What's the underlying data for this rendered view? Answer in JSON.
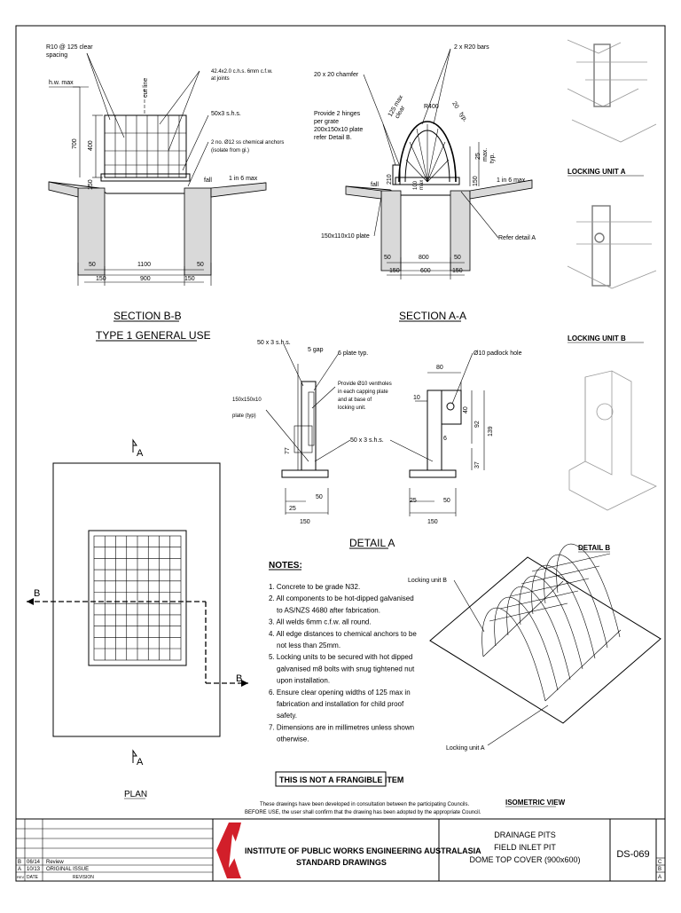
{
  "section_bb": {
    "title": "SECTION B-B",
    "subtitle": "TYPE 1 GENERAL USE",
    "labels": {
      "bars": "R10 @ 125 clear",
      "bars2": "spacing",
      "hw": "h.w. max",
      "cutline": "cut line",
      "chs": "42.4x2.0 c.h.s. 6mm c.f.w.",
      "chs2": "at joints",
      "shs": "50x3 s.h.s.",
      "anchors": "2 no. Ø12 ss chemical anchors",
      "anchors2": "(isolate from gi.)",
      "fall": "fall",
      "slope": "1 in 6 max"
    },
    "dims": {
      "d700": "700",
      "d400": "400",
      "d150": "150",
      "d50a": "50",
      "d1100": "1100",
      "d50b": "50",
      "d150a": "150",
      "d900": "900",
      "d150b": "150"
    }
  },
  "section_aa": {
    "title": "SECTION A-A",
    "labels": {
      "bars": "2 x R20 bars",
      "chamfer": "20 x 20 chamfer",
      "hinges1": "Provide 2 hinges",
      "hinges2": "per grate",
      "hinges3": "200x150x10 plate",
      "hinges4": "refer Detail B.",
      "max125": "125 max",
      "clear": "clear",
      "r400": "R400",
      "d20": "20",
      "typ": "typ.",
      "d25": "25",
      "max": "max.",
      "typ2": "typ.",
      "d210": "210",
      "d150": "150",
      "d100": "100",
      "maxb": "max",
      "fall": "fall",
      "slope": "1 in 6 max",
      "plate": "150x110x10 plate",
      "refer": "Refer detail A"
    },
    "dims": {
      "d50a": "50",
      "d800": "800",
      "d50b": "50",
      "d150a": "150",
      "d600": "600",
      "d150b": "150"
    }
  },
  "detail_a": {
    "title": "DETAIL A",
    "labels": {
      "shs_top": "50 x 3 s.h.s.",
      "gap": "5 gap",
      "plate_typ": "6 plate typ.",
      "vent1": "Provide Ø10 ventholes",
      "vent2": "in each capping plate",
      "vent3": "and at base of",
      "vent4": "locking unit.",
      "plate150": "150x150x10",
      "plate150b": "plate (typ)",
      "shs_mid": "50 x 3 s.h.s.",
      "padlock": "Ø10 padlock hole"
    },
    "dims": {
      "d77": "77",
      "d25a": "25",
      "d50a": "50",
      "d150a": "150",
      "d80": "80",
      "d10": "10",
      "d40": "40",
      "d92": "92",
      "d139": "139",
      "d6": "6",
      "d37": "37",
      "d25b": "25",
      "d50b": "50",
      "d150b": "150"
    }
  },
  "locking_a": "LOCKING UNIT A",
  "locking_b": "LOCKING UNIT B",
  "detail_b": "DETAIL B",
  "plan": {
    "title": "PLAN",
    "a_top": "A",
    "a_bot": "A",
    "b_left": "B",
    "b_right": "B"
  },
  "notes": {
    "title": "NOTES:",
    "items": [
      "1. Concrete to be grade N32.",
      "2. All components to be hot-dipped galvanised",
      "to AS/NZS 4680 after fabrication.",
      "3. All welds 6mm c.f.w. all round.",
      "4. All edge distances to chemical anchors to be",
      "not less than 25mm.",
      "5. Locking units to be secured with hot dipped",
      "galvanised m8 bolts with snug tightened nut",
      "upon installation.",
      "6. Ensure clear opening widths of 125 max in",
      "fabrication and installation for child proof",
      "safety.",
      "7. Dimensions are in millimetres unless shown",
      "otherwise."
    ],
    "frangible": "THIS IS NOT A FRANGIBLE ITEM"
  },
  "isometric": {
    "title": "ISOMETRIC VIEW",
    "unit_b": "Locking unit B",
    "unit_a": "Locking unit A"
  },
  "disclaimer": {
    "line1": "These drawings have been developed in consultation between the participating Councils.",
    "line2": "BEFORE USE, the user shall confirm that the drawing has been adopted by the appropriate Council."
  },
  "title_block": {
    "org1": "INSTITUTE OF PUBLIC WORKS ENGINEERING AUSTRALASIA",
    "org2": "STANDARD DRAWINGS",
    "title1": "DRAINAGE PITS",
    "title2": "FIELD INLET PIT",
    "title3": "DOME TOP COVER (900x600)",
    "drawing_no": "DS-069",
    "revisions": [
      {
        "rev": "B",
        "date": "06/14",
        "desc": "Review"
      },
      {
        "rev": "A",
        "date": "10/13",
        "desc": "ORIGINAL ISSUE"
      },
      {
        "rev": "REV",
        "date": "DATE",
        "desc": "REVISION"
      }
    ],
    "side_revs": [
      "C",
      "B",
      "A"
    ]
  }
}
